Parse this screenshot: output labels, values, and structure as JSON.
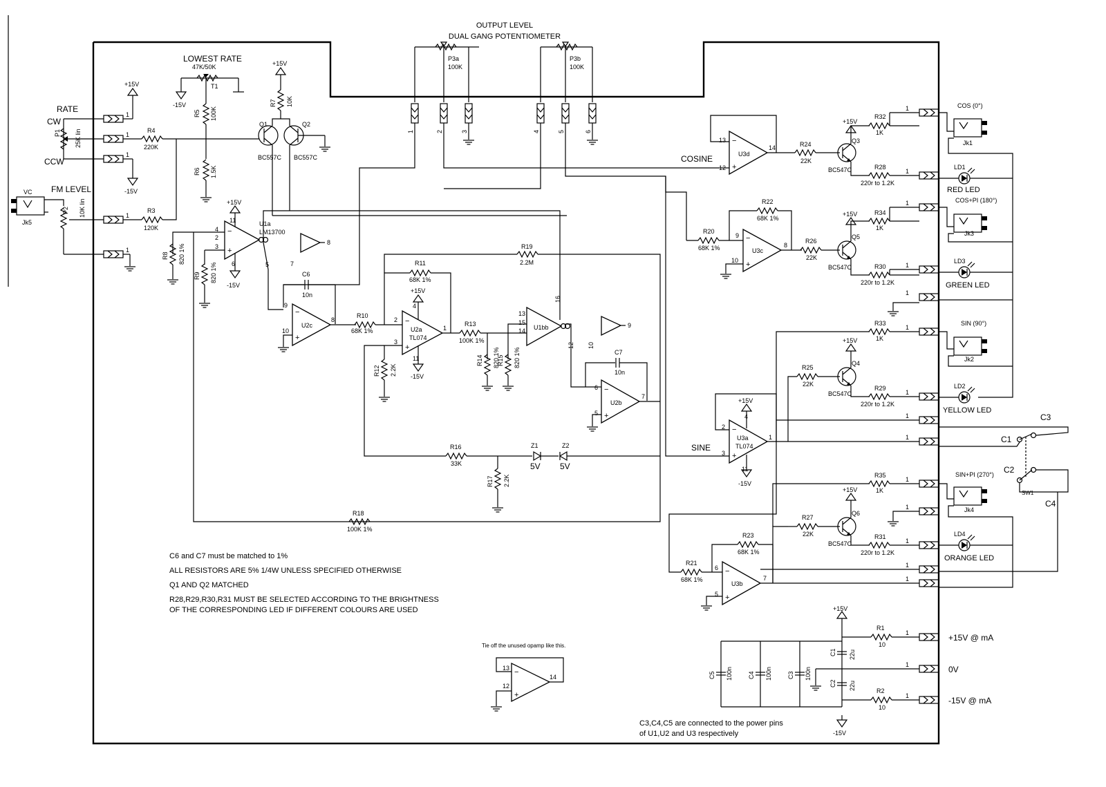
{
  "title": {
    "line1": "OUTPUT LEVEL",
    "line2": "DUAL GANG POTENTIOMETER"
  },
  "pots": {
    "p3a": {
      "ref": "P3a",
      "value": "100K"
    },
    "p3b": {
      "ref": "P3b",
      "value": "100K"
    },
    "p1": {
      "ref": "P1",
      "value": "25K lin",
      "label": "RATE",
      "cw": "CW",
      "ccw": "CCW"
    },
    "p2": {
      "ref": "P2",
      "value": "10K lin",
      "label": "FM LEVEL"
    },
    "t1": {
      "label": "LOWEST RATE",
      "value": "47K/50K",
      "ref": "T1"
    }
  },
  "rails": {
    "pos": "+15V",
    "neg": "-15V"
  },
  "resistors": {
    "r1": {
      "ref": "R1",
      "value": "10"
    },
    "r2": {
      "ref": "R2",
      "value": "10"
    },
    "r3": {
      "ref": "R3",
      "value": "120K"
    },
    "r4": {
      "ref": "R4",
      "value": "220K"
    },
    "r5": {
      "ref": "R5",
      "value": "100K"
    },
    "r6": {
      "ref": "R6",
      "value": "1.5K"
    },
    "r7": {
      "ref": "R7",
      "value": "10K"
    },
    "r8": {
      "ref": "R8",
      "value": "820 1%"
    },
    "r9": {
      "ref": "R9",
      "value": "820 1%"
    },
    "r10": {
      "ref": "R10",
      "value": "68K 1%"
    },
    "r11": {
      "ref": "R11",
      "value": "68K 1%"
    },
    "r12": {
      "ref": "R12",
      "value": "2.2K"
    },
    "r13": {
      "ref": "R13",
      "value": "100K 1%"
    },
    "r14": {
      "ref": "R14",
      "value": "820 1%"
    },
    "r15": {
      "ref": "R15",
      "value": "820 1%"
    },
    "r16": {
      "ref": "R16",
      "value": "33K"
    },
    "r17": {
      "ref": "R17",
      "value": "2.2K"
    },
    "r18": {
      "ref": "R18",
      "value": "100K 1%"
    },
    "r19": {
      "ref": "R19",
      "value": "2.2M"
    },
    "r20": {
      "ref": "R20",
      "value": "68K 1%"
    },
    "r21": {
      "ref": "R21",
      "value": "68K 1%"
    },
    "r22": {
      "ref": "R22",
      "value": "68K 1%"
    },
    "r23": {
      "ref": "R23",
      "value": "68K 1%"
    },
    "r24": {
      "ref": "R24",
      "value": "22K"
    },
    "r25": {
      "ref": "R25",
      "value": "22K"
    },
    "r26": {
      "ref": "R26",
      "value": "22K"
    },
    "r27": {
      "ref": "R27",
      "value": "22K"
    },
    "r28": {
      "ref": "R28",
      "value": "220r to 1.2K"
    },
    "r29": {
      "ref": "R29",
      "value": "220r to 1.2K"
    },
    "r30": {
      "ref": "R30",
      "value": "220r to 1.2K"
    },
    "r31": {
      "ref": "R31",
      "value": "220r to 1.2K"
    },
    "r32": {
      "ref": "R32",
      "value": "1K"
    },
    "r33": {
      "ref": "R33",
      "value": "1K"
    },
    "r34": {
      "ref": "R34",
      "value": "1K"
    },
    "r35": {
      "ref": "R35",
      "value": "1K"
    }
  },
  "capacitors": {
    "c1": {
      "ref": "C1",
      "value": "22u"
    },
    "c2": {
      "ref": "C2",
      "value": "22u"
    },
    "c3": {
      "ref": "C3",
      "value": "100n"
    },
    "c4": {
      "ref": "C4",
      "value": "100n"
    },
    "c5": {
      "ref": "C5",
      "value": "100n"
    },
    "c6": {
      "ref": "C6",
      "value": "10n"
    },
    "c7": {
      "ref": "C7",
      "value": "10n"
    }
  },
  "transistors": {
    "q1": {
      "ref": "Q1",
      "type": "BC557C"
    },
    "q2": {
      "ref": "Q2",
      "type": "BC557C"
    },
    "q3": {
      "ref": "Q3",
      "type": "BC547C"
    },
    "q4": {
      "ref": "Q4",
      "type": "BC547C"
    },
    "q5": {
      "ref": "Q5",
      "type": "BC547C"
    },
    "q6": {
      "ref": "Q6",
      "type": "BC547C"
    }
  },
  "ics": {
    "u1a": {
      "ref": "U1a",
      "type": "LM13700"
    },
    "u1b": {
      "ref": "U1bb"
    },
    "u2a": {
      "ref": "U2a",
      "type": "TL074"
    },
    "u2b": {
      "ref": "U2b"
    },
    "u2c": {
      "ref": "U2c"
    },
    "u3a": {
      "ref": "U3a",
      "type": "TL074"
    },
    "u3b": {
      "ref": "U3b"
    },
    "u3c": {
      "ref": "U3c"
    },
    "u3d": {
      "ref": "U3d"
    }
  },
  "zeners": {
    "z1": {
      "ref": "Z1",
      "value": "5V"
    },
    "z2": {
      "ref": "Z2",
      "value": "5V"
    }
  },
  "signals": {
    "cosine": "COSINE",
    "sine": "SINE"
  },
  "jacks": {
    "jk1": {
      "label": "COS (0°)",
      "ref": "Jk1"
    },
    "jk2": {
      "label": "SIN (90°)",
      "ref": "Jk2"
    },
    "jk3": {
      "label": "COS+PI (180°)",
      "ref": "Jk3"
    },
    "jk4": {
      "label": "SIN+PI (270°)",
      "ref": "Jk4"
    },
    "jk5": {
      "label": "VC",
      "ref": "Jk5"
    }
  },
  "leds": {
    "ld1": {
      "ref": "LD1",
      "label": "RED LED"
    },
    "ld2": {
      "ref": "LD2",
      "label": "YELLOW LED"
    },
    "ld3": {
      "ref": "LD3",
      "label": "GREEN LED"
    },
    "ld4": {
      "ref": "LD4",
      "label": "ORANGE LED"
    }
  },
  "switch": {
    "ref": "SW1",
    "c1": "C1",
    "c2": "C2",
    "c3": "C3",
    "c4": "C4"
  },
  "power": {
    "pos": "+15V @ mA",
    "zero": "0V",
    "neg": "-15V @ mA"
  },
  "notes": [
    "C6 and C7 must be matched to 1%",
    "ALL RESISTORS ARE 5% 1/4W  UNLESS SPECIFIED OTHERWISE",
    "Q1 AND Q2 MATCHED",
    "R28,R29,R30,R31 MUST BE SELECTED ACCORDING TO THE BRIGHTNESS",
    "OF THE CORRESPONDING LED IF DIFFERENT COLOURS ARE USED"
  ],
  "tieoff_note": "Tie off the unused opamp like this.",
  "power_note": [
    "C3,C4,C5 are connected to the power pins",
    "of U1,U2 and U3 respectively"
  ]
}
